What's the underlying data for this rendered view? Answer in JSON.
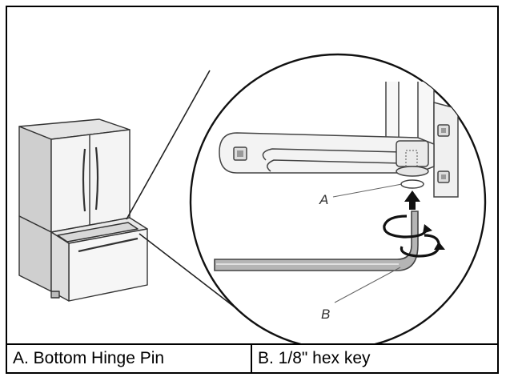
{
  "callouts": {
    "a": "A",
    "b": "B"
  },
  "legend": {
    "a": "A. Bottom Hinge Pin",
    "b": "B. 1/8\" hex key"
  },
  "icons": {
    "arrow": "up-arrow-icon",
    "rotation": "rotate-arrows-icon"
  }
}
